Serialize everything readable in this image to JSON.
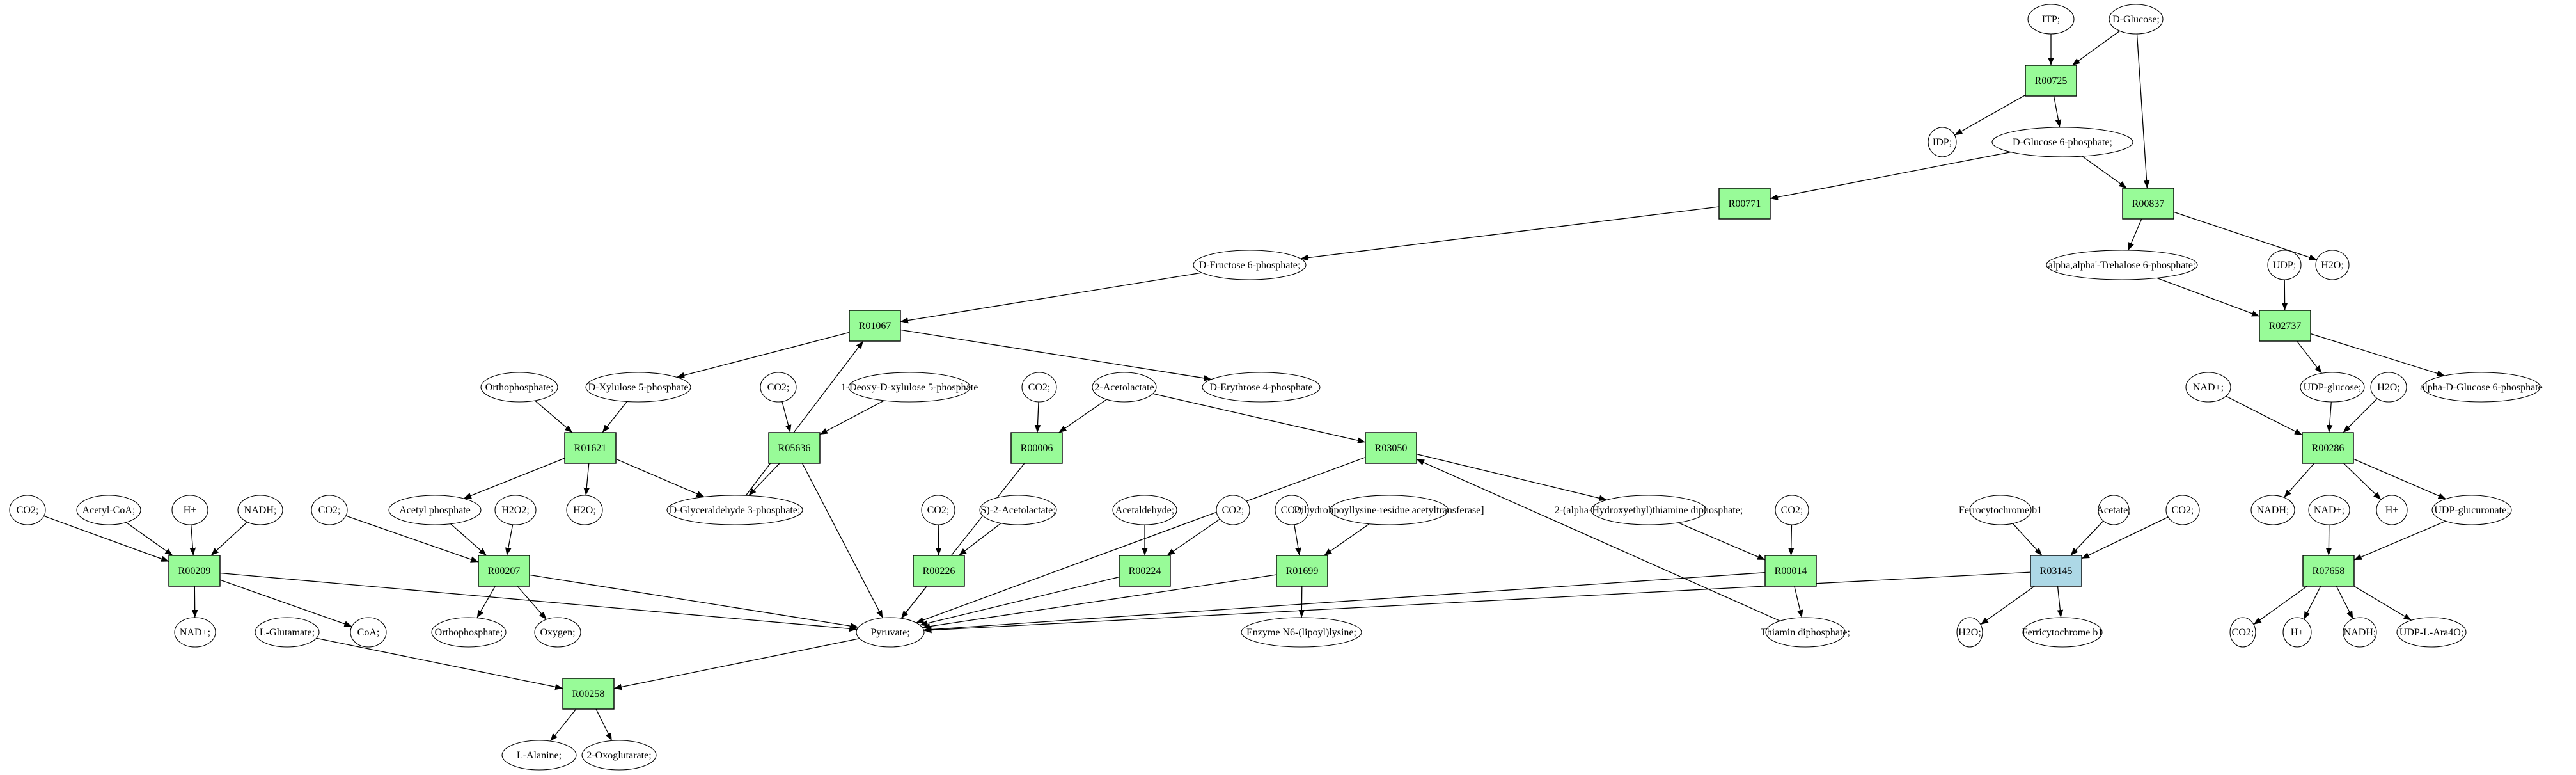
{
  "diagram": {
    "type": "metabolic-pathway-graph",
    "colors": {
      "reaction": "#98fb98",
      "reaction_highlight": "#add8e6",
      "source_compound": "#00ff00",
      "target_compound": "#ffff00",
      "compound": "#ffffff"
    },
    "reactions": [
      {
        "id": "R00725",
        "label": "R00725",
        "style": "reaction"
      },
      {
        "id": "R00771",
        "label": "R00771",
        "style": "reaction"
      },
      {
        "id": "R00837",
        "label": "R00837",
        "style": "reaction"
      },
      {
        "id": "R02737",
        "label": "R02737",
        "style": "reaction"
      },
      {
        "id": "R01067",
        "label": "R01067",
        "style": "reaction"
      },
      {
        "id": "R00286",
        "label": "R00286",
        "style": "reaction"
      },
      {
        "id": "R01621",
        "label": "R01621",
        "style": "reaction"
      },
      {
        "id": "R05636",
        "label": "R05636",
        "style": "reaction"
      },
      {
        "id": "R00006",
        "label": "R00006",
        "style": "reaction"
      },
      {
        "id": "R03050",
        "label": "R03050",
        "style": "reaction"
      },
      {
        "id": "R00209",
        "label": "R00209",
        "style": "reaction"
      },
      {
        "id": "R00207",
        "label": "R00207",
        "style": "reaction"
      },
      {
        "id": "R00226",
        "label": "R00226",
        "style": "reaction"
      },
      {
        "id": "R00224",
        "label": "R00224",
        "style": "reaction"
      },
      {
        "id": "R01699",
        "label": "R01699",
        "style": "reaction"
      },
      {
        "id": "R00014",
        "label": "R00014",
        "style": "reaction"
      },
      {
        "id": "R03145",
        "label": "R03145",
        "style": "reaction_highlight"
      },
      {
        "id": "R07658",
        "label": "R07658",
        "style": "reaction"
      },
      {
        "id": "R00258",
        "label": "R00258",
        "style": "reaction"
      }
    ],
    "compounds": [
      {
        "id": "itp",
        "label": "ITP;",
        "style": "compound"
      },
      {
        "id": "glucose",
        "label": "D-Glucose;",
        "style": "source_compound"
      },
      {
        "id": "idp",
        "label": "IDP;",
        "style": "compound"
      },
      {
        "id": "g6p",
        "label": "D-Glucose 6-phosphate;",
        "style": "compound"
      },
      {
        "id": "tre6p",
        "label": "alpha,alpha'-Trehalose 6-phosphate;",
        "style": "compound"
      },
      {
        "id": "udp",
        "label": "UDP;",
        "style": "compound"
      },
      {
        "id": "h2o_a",
        "label": "H2O;",
        "style": "compound"
      },
      {
        "id": "f6p",
        "label": "D-Fructose 6-phosphate;",
        "style": "compound"
      },
      {
        "id": "nadp_a",
        "label": "NAD+;",
        "style": "compound"
      },
      {
        "id": "udpglc",
        "label": "UDP-glucose;",
        "style": "compound"
      },
      {
        "id": "h2o_b",
        "label": "H2O;",
        "style": "compound"
      },
      {
        "id": "ag6p",
        "label": "alpha-D-Glucose 6-phosphate",
        "style": "compound"
      },
      {
        "id": "orthop_a",
        "label": "Orthophosphate;",
        "style": "compound"
      },
      {
        "id": "xu5p",
        "label": "D-Xylulose 5-phosphate",
        "style": "compound"
      },
      {
        "id": "co2_a",
        "label": "CO2;",
        "style": "compound"
      },
      {
        "id": "dxp",
        "label": "1-Deoxy-D-xylulose 5-phosphate",
        "style": "compound"
      },
      {
        "id": "co2_b",
        "label": "CO2;",
        "style": "compound"
      },
      {
        "id": "acetolac",
        "label": "2-Acetolactate",
        "style": "compound"
      },
      {
        "id": "e4p",
        "label": "D-Erythrose 4-phosphate",
        "style": "compound"
      },
      {
        "id": "co2_c",
        "label": "CO2;",
        "style": "compound"
      },
      {
        "id": "accoa",
        "label": "Acetyl-CoA;",
        "style": "compound"
      },
      {
        "id": "hplus_a",
        "label": "H+",
        "style": "compound"
      },
      {
        "id": "nadh_a",
        "label": "NADH;",
        "style": "compound"
      },
      {
        "id": "co2_d",
        "label": "CO2;",
        "style": "compound"
      },
      {
        "id": "acp",
        "label": "Acetyl phosphate",
        "style": "compound"
      },
      {
        "id": "h2o2",
        "label": "H2O2;",
        "style": "compound"
      },
      {
        "id": "h2o_c",
        "label": "H2O;",
        "style": "compound"
      },
      {
        "id": "gap",
        "label": "D-Glyceraldehyde 3-phosphate;",
        "style": "compound"
      },
      {
        "id": "co2_e",
        "label": "CO2;",
        "style": "compound"
      },
      {
        "id": "sacetolac",
        "label": "S)-2-Acetolactate;",
        "style": "compound"
      },
      {
        "id": "acald",
        "label": "Acetaldehyde;",
        "style": "compound"
      },
      {
        "id": "co2_f",
        "label": "CO2;",
        "style": "compound"
      },
      {
        "id": "co2_g",
        "label": "CO2;",
        "style": "compound"
      },
      {
        "id": "dlat",
        "label": "Dihydrolipoyllysine-residue acetyltransferase]",
        "style": "compound"
      },
      {
        "id": "hethtpp",
        "label": "2-(alpha-Hydroxyethyl)thiamine diphosphate;",
        "style": "compound"
      },
      {
        "id": "co2_h",
        "label": "CO2;",
        "style": "compound"
      },
      {
        "id": "ferrocyt",
        "label": "Ferrocytochrome b1",
        "style": "compound"
      },
      {
        "id": "acetate",
        "label": "Acetate;",
        "style": "compound"
      },
      {
        "id": "co2_i",
        "label": "CO2;",
        "style": "compound"
      },
      {
        "id": "nadh_b",
        "label": "NADH;",
        "style": "compound"
      },
      {
        "id": "nadp_b",
        "label": "NAD+;",
        "style": "compound"
      },
      {
        "id": "hplus_b",
        "label": "H+",
        "style": "compound"
      },
      {
        "id": "udpglcur",
        "label": "UDP-glucuronate;",
        "style": "compound"
      },
      {
        "id": "nadp_c",
        "label": "NAD+;",
        "style": "compound"
      },
      {
        "id": "glu",
        "label": "L-Glutamate;",
        "style": "compound"
      },
      {
        "id": "coa",
        "label": "CoA;",
        "style": "compound"
      },
      {
        "id": "orthop_b",
        "label": "Orthophosphate;",
        "style": "compound"
      },
      {
        "id": "oxygen",
        "label": "Oxygen;",
        "style": "compound"
      },
      {
        "id": "pyruvate",
        "label": "Pyruvate;",
        "style": "compound"
      },
      {
        "id": "lipoyl",
        "label": "Enzyme N6-(lipoyl)lysine;",
        "style": "compound"
      },
      {
        "id": "tpp",
        "label": "Thiamin diphosphate;",
        "style": "compound"
      },
      {
        "id": "h2o_d",
        "label": "H2O;",
        "style": "compound"
      },
      {
        "id": "ferricyt",
        "label": "Ferricytochrome b1",
        "style": "compound"
      },
      {
        "id": "co2_j",
        "label": "CO2;",
        "style": "compound"
      },
      {
        "id": "hplus_c",
        "label": "H+",
        "style": "compound"
      },
      {
        "id": "nadh_c",
        "label": "NADH;",
        "style": "compound"
      },
      {
        "id": "udpara",
        "label": "UDP-L-Ara4O;",
        "style": "compound"
      },
      {
        "id": "ala",
        "label": "L-Alanine;",
        "style": "target_compound"
      },
      {
        "id": "akg",
        "label": "2-Oxoglutarate;",
        "style": "compound"
      }
    ],
    "edges": [
      [
        "itp",
        "R00725"
      ],
      [
        "glucose",
        "R00725"
      ],
      [
        "R00725",
        "idp"
      ],
      [
        "R00725",
        "g6p"
      ],
      [
        "glucose",
        "R00837"
      ],
      [
        "g6p",
        "R00837"
      ],
      [
        "g6p",
        "R00771"
      ],
      [
        "R00837",
        "tre6p"
      ],
      [
        "R00837",
        "h2o_a"
      ],
      [
        "R00771",
        "f6p"
      ],
      [
        "f6p",
        "R01067"
      ],
      [
        "tre6p",
        "R02737"
      ],
      [
        "udp",
        "R02737"
      ],
      [
        "R02737",
        "udpglc"
      ],
      [
        "R02737",
        "ag6p"
      ],
      [
        "R01067",
        "xu5p"
      ],
      [
        "R01067",
        "e4p"
      ],
      [
        "gap",
        "R01067"
      ],
      [
        "nadp_a",
        "R00286"
      ],
      [
        "udpglc",
        "R00286"
      ],
      [
        "h2o_b",
        "R00286"
      ],
      [
        "R00286",
        "nadh_b"
      ],
      [
        "R00286",
        "hplus_b"
      ],
      [
        "R00286",
        "udpglcur"
      ],
      [
        "orthop_a",
        "R01621"
      ],
      [
        "xu5p",
        "R01621"
      ],
      [
        "R01621",
        "acp"
      ],
      [
        "R01621",
        "h2o_c"
      ],
      [
        "R01621",
        "gap"
      ],
      [
        "co2_a",
        "R05636"
      ],
      [
        "dxp",
        "R05636"
      ],
      [
        "R05636",
        "gap"
      ],
      [
        "R05636",
        "pyruvate"
      ],
      [
        "co2_b",
        "R00006"
      ],
      [
        "acetolac",
        "R00006"
      ],
      [
        "R00006",
        "pyruvate"
      ],
      [
        "acetolac",
        "R03050"
      ],
      [
        "tpp",
        "R03050"
      ],
      [
        "R03050",
        "hethtpp"
      ],
      [
        "R03050",
        "pyruvate"
      ],
      [
        "co2_c",
        "R00209"
      ],
      [
        "accoa",
        "R00209"
      ],
      [
        "hplus_a",
        "R00209"
      ],
      [
        "nadh_a",
        "R00209"
      ],
      [
        "R00209",
        "nadp_c"
      ],
      [
        "R00209",
        "coa"
      ],
      [
        "R00209",
        "pyruvate"
      ],
      [
        "co2_d",
        "R00207"
      ],
      [
        "acp",
        "R00207"
      ],
      [
        "h2o2",
        "R00207"
      ],
      [
        "R00207",
        "orthop_b"
      ],
      [
        "R00207",
        "oxygen"
      ],
      [
        "R00207",
        "pyruvate"
      ],
      [
        "co2_e",
        "R00226"
      ],
      [
        "sacetolac",
        "R00226"
      ],
      [
        "R00226",
        "pyruvate"
      ],
      [
        "acald",
        "R00224"
      ],
      [
        "co2_f",
        "R00224"
      ],
      [
        "R00224",
        "pyruvate"
      ],
      [
        "co2_g",
        "R01699"
      ],
      [
        "dlat",
        "R01699"
      ],
      [
        "R01699",
        "lipoyl"
      ],
      [
        "R01699",
        "pyruvate"
      ],
      [
        "hethtpp",
        "R00014"
      ],
      [
        "co2_h",
        "R00014"
      ],
      [
        "R00014",
        "tpp"
      ],
      [
        "R00014",
        "pyruvate"
      ],
      [
        "ferrocyt",
        "R03145"
      ],
      [
        "acetate",
        "R03145"
      ],
      [
        "co2_i",
        "R03145"
      ],
      [
        "R03145",
        "h2o_d"
      ],
      [
        "R03145",
        "ferricyt"
      ],
      [
        "R03145",
        "pyruvate"
      ],
      [
        "nadp_b",
        "R07658"
      ],
      [
        "udpglcur",
        "R07658"
      ],
      [
        "R07658",
        "co2_j"
      ],
      [
        "R07658",
        "hplus_c"
      ],
      [
        "R07658",
        "nadh_c"
      ],
      [
        "R07658",
        "udpara"
      ],
      [
        "glu",
        "R00258"
      ],
      [
        "pyruvate",
        "R00258"
      ],
      [
        "R00258",
        "ala"
      ],
      [
        "R00258",
        "akg"
      ]
    ]
  }
}
